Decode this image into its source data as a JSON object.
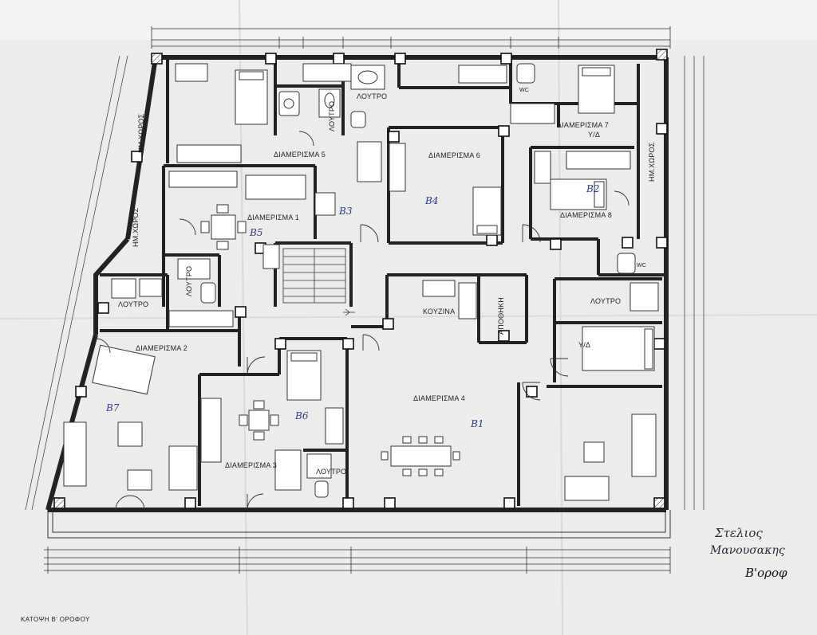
{
  "plan": {
    "caption": "ΚΑΤΟΨΗ Β' ΟΡΟΦΟΥ",
    "rooms": {
      "apt1": "ΔΙΑΜΕΡΙΣΜΑ 1",
      "apt2": "ΔΙΑΜΕΡΙΣΜΑ 2",
      "apt3": "ΔΙΑΜΕΡΙΣΜΑ 3",
      "apt4": "ΔΙΑΜΕΡΙΣΜΑ 4",
      "apt5": "ΔΙΑΜΕΡΙΣΜΑ 5",
      "apt6": "ΔΙΑΜΕΡΙΣΜΑ 6",
      "apt7": "ΔΙΑΜΕΡΙΣΜΑ 7",
      "apt7_sub": "Υ/Δ",
      "apt8": "ΔΙΑΜΕΡΙΣΜΑ 8",
      "bath_top": "ΛΟΥΤΡΟ",
      "bath_top_small": "ΛΟΥΤΡΟ",
      "bath_left": "ΛΟΥΤΡΟ",
      "bath_apt1": "ΛΟΥΤΡΟ",
      "bath_apt3": "ΛΟΥΤΡΟ",
      "bath_right": "ΛΟΥΤΡΟ",
      "kitchen": "ΚΟΥΖΙΝΑ",
      "storage": "ΑΠΟΘΗΚΗ",
      "bedroom_right": "Υ/Δ",
      "wc_top": "WC",
      "wc_right": "WC",
      "semi_left_top": "ΗΜ.ΧΩΡΟΣ",
      "semi_left": "ΗΜ.ΧΩΡΟΣ",
      "semi_right": "ΗΜ.ΧΩΡΟΣ"
    },
    "marks": {
      "b1": "Β1",
      "b2": "Β2",
      "b3": "Β3",
      "b4": "Β4",
      "b5": "Β5",
      "b6": "Β6",
      "b7": "Β7"
    },
    "handwriting": {
      "line1": "Στελιος",
      "line2": "Μανουσακης",
      "line3": "Β'οροφ"
    }
  }
}
